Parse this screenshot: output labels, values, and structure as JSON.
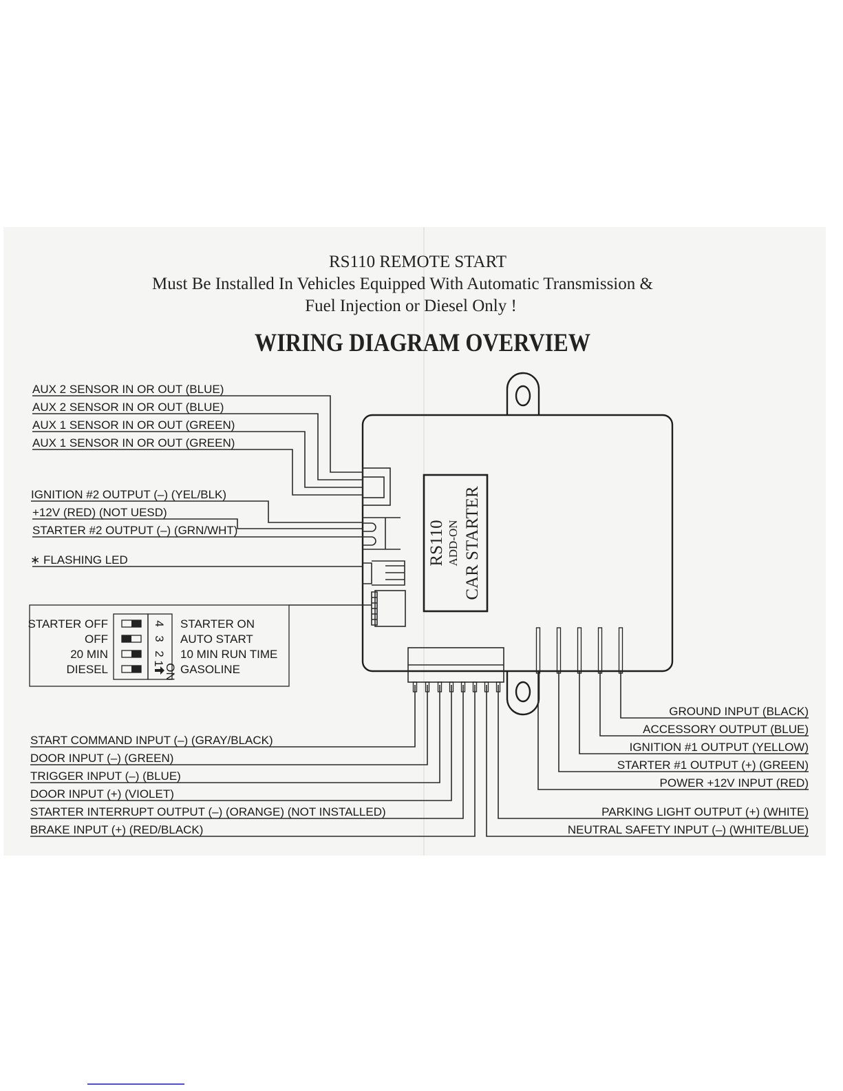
{
  "header": {
    "title": "RS110 REMOTE START",
    "subtitle_line1": "Must Be Installed In Vehicles Equipped With Automatic Transmission &",
    "subtitle_line2": "Fuel Injection or Diesel Only !",
    "heading": "WIRING DIAGRAM OVERVIEW"
  },
  "module": {
    "line1": "RS110",
    "line2": "ADD-ON",
    "line3": "CAR STARTER"
  },
  "left_wires": [
    "AUX 2 SENSOR IN OR OUT (BLUE)",
    "AUX 2 SENSOR IN OR OUT (BLUE)",
    "AUX 1 SENSOR IN OR OUT (GREEN)",
    "AUX 1 SENSOR IN OR OUT (GREEN)",
    "IGNITION #2 OUTPUT (–) (YEL/BLK)",
    "+12V (RED) (NOT UESD)",
    "STARTER #2 OUTPUT (–) (GRN/WHT)",
    "∗ FLASHING LED"
  ],
  "dip_switch": {
    "on_label": "ON",
    "rows": [
      {
        "left": "STARTER OFF",
        "number": "4",
        "right": "STARTER ON",
        "state": "right"
      },
      {
        "left": "OFF",
        "number": "3",
        "right": "AUTO START",
        "state": "left"
      },
      {
        "left": "20 MIN",
        "number": "2",
        "right": "10 MIN RUN TIME",
        "state": "right"
      },
      {
        "left": "DIESEL",
        "number": "1",
        "right": "GASOLINE",
        "state": "right"
      }
    ]
  },
  "bottom_left_wires": [
    "START COMMAND INPUT (–) (GRAY/BLACK)",
    "DOOR INPUT (–) (GREEN)",
    "TRIGGER INPUT (–) (BLUE)",
    "DOOR INPUT (+) (VIOLET)",
    "STARTER INTERRUPT OUTPUT (–) (ORANGE) (NOT INSTALLED)",
    "BRAKE INPUT (+) (RED/BLACK)"
  ],
  "right_wires": [
    "GROUND INPUT (BLACK)",
    "ACCESSORY OUTPUT (BLUE)",
    "IGNITION #1 OUTPUT (YELLOW)",
    "STARTER #1 OUTPUT (+) (GREEN)",
    "POWER +12V INPUT (RED)",
    "PARKING LIGHT OUTPUT (+) (WHITE)",
    "NEUTRAL SAFETY INPUT (–) (WHITE/BLUE)"
  ]
}
